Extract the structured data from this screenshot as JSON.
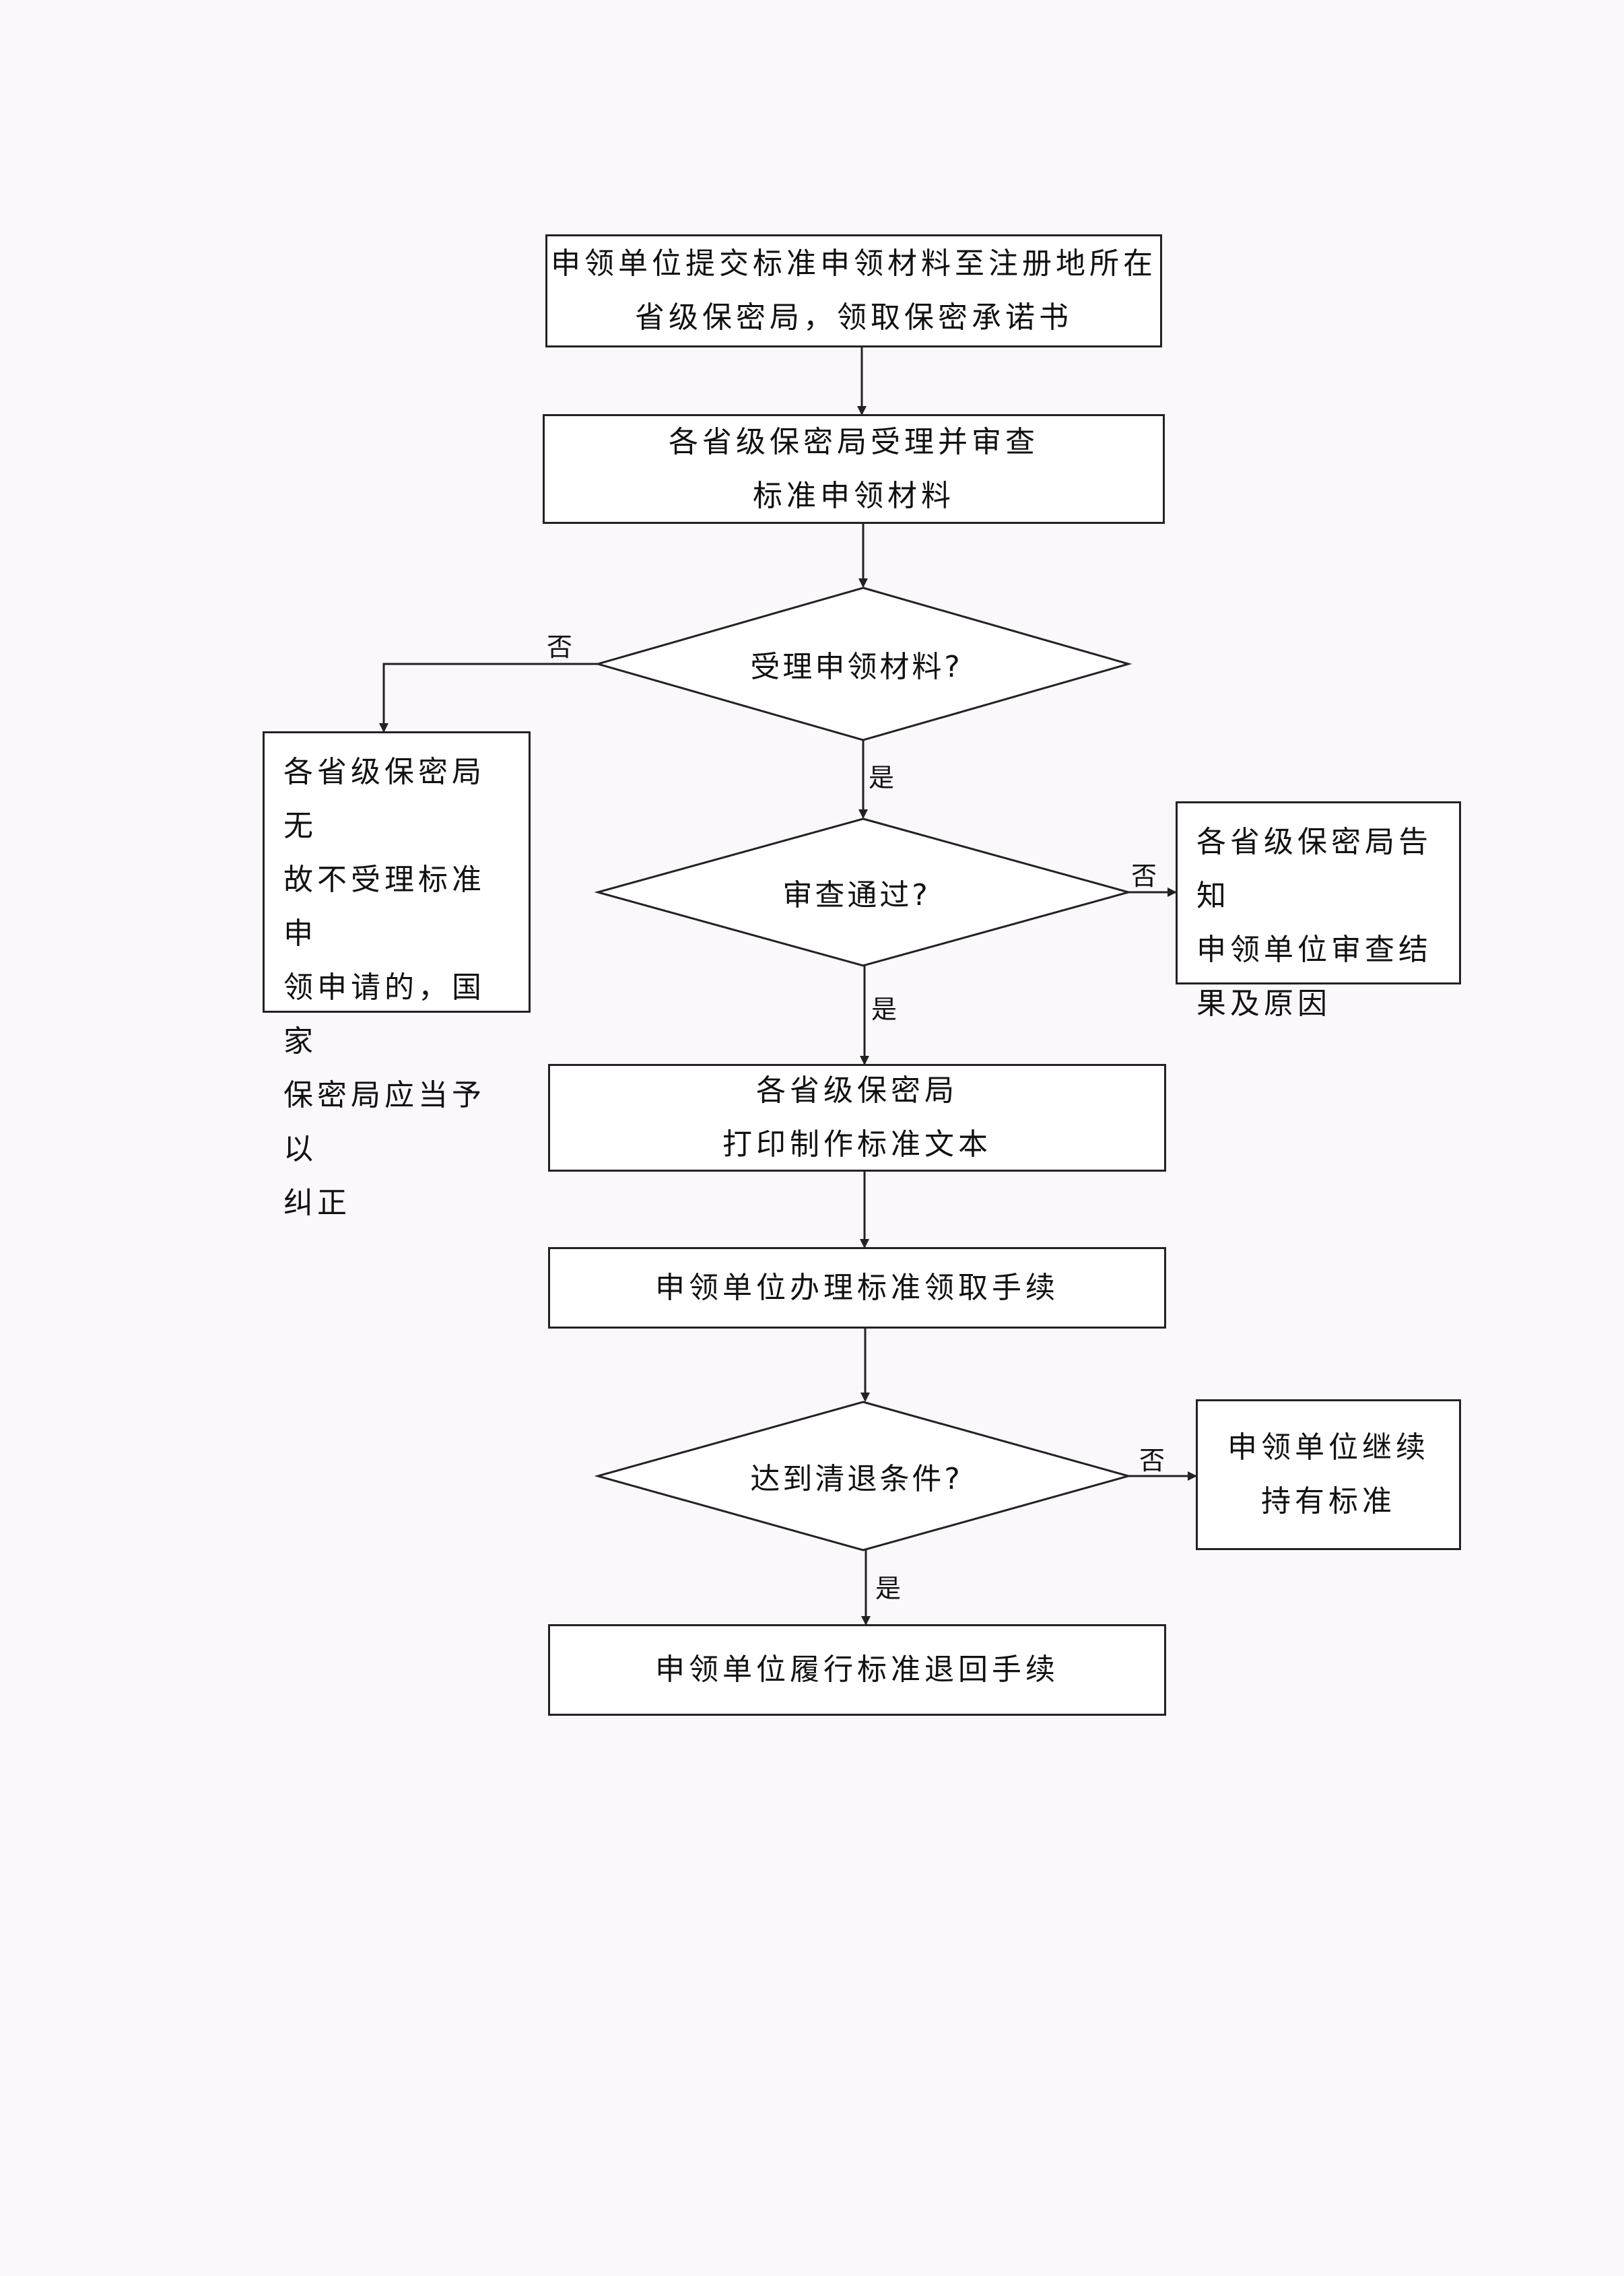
{
  "nodes": {
    "submit": [
      "申领单位提交标准申领材料至注册地所在",
      "省级保密局，领取保密承诺书"
    ],
    "accept_review": [
      "各省级保密局受理并审查",
      "标准申领材料"
    ],
    "decision_accept": "受理申领材料?",
    "reject_correct": [
      "各省级保密局无",
      "故不受理标准申",
      "领申请的，国家",
      "保密局应当予以",
      "纠正"
    ],
    "decision_review": "审查通过?",
    "notify_result": [
      "各省级保密局告知",
      "申领单位审查结",
      "果及原因"
    ],
    "print_text": [
      "各省级保密局",
      "打印制作标准文本"
    ],
    "collect": [
      "申领单位办理标准领取手续"
    ],
    "decision_clearance": "达到清退条件?",
    "keep_holding": [
      "申领单位继续",
      "持有标准"
    ],
    "return_procedure": [
      "申领单位履行标准退回手续"
    ]
  },
  "edge_labels": {
    "accept_no": "否",
    "accept_yes": "是",
    "review_no": "否",
    "review_yes": "是",
    "clearance_no": "否",
    "clearance_yes": "是"
  }
}
